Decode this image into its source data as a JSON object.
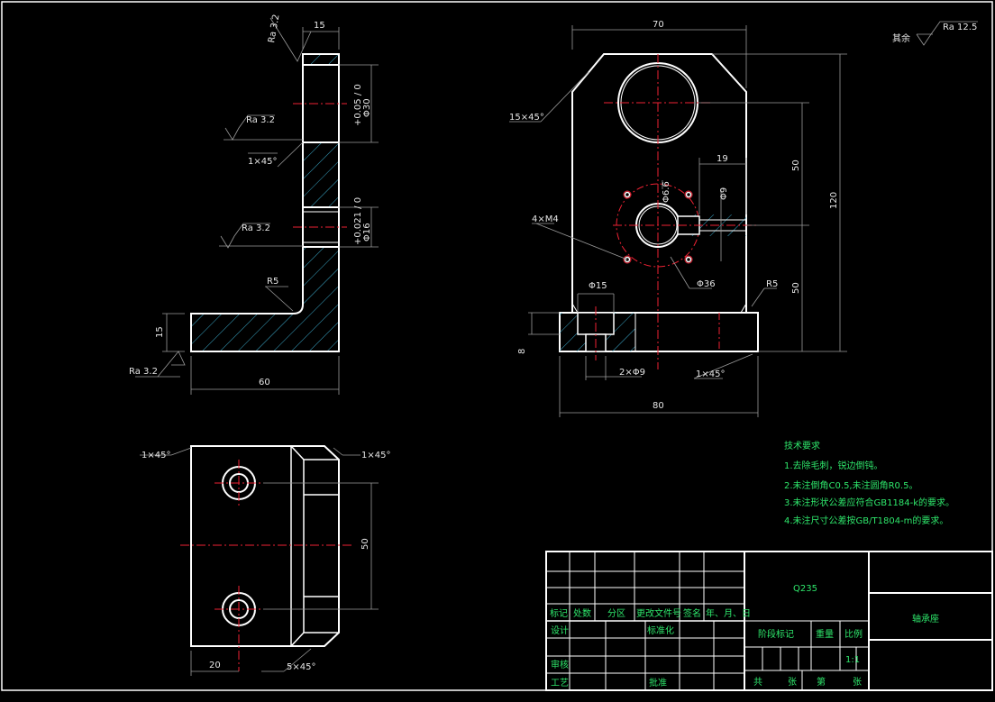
{
  "drawing": {
    "title": "轴承座",
    "material": "Q235",
    "scale": "1:1"
  },
  "tech_requirements": {
    "heading": "技术要求",
    "items": [
      "1.去除毛刺，锐边倒钝。",
      "2.未注倒角C0.5,未注圆角R0.5。",
      "3.未注形状公差应符合GB1184-k的要求。",
      "4.未注尺寸公差按GB/T1804-m的要求。"
    ]
  },
  "roughness_other": {
    "prefix": "其余",
    "value": "Ra 12.5"
  },
  "side_view": {
    "ra_labels": [
      "Ra 3.2",
      "Ra 3.2",
      "Ra 3.2",
      "Ra 3.2"
    ],
    "dims": [
      "15",
      "Φ30",
      "+0.05 / 0",
      "1×45°",
      "Φ16",
      "+0.021 / 0",
      "R5",
      "15",
      "60"
    ]
  },
  "front_view": {
    "dims": [
      "70",
      "15×45°",
      "19",
      "50",
      "120",
      "Φ6.6",
      "Φ9",
      "4×M4",
      "Φ36",
      "50",
      "R5",
      "Φ15",
      "8",
      "2×Φ9",
      "1×45°",
      "80"
    ]
  },
  "top_view": {
    "dims": [
      "1×45°",
      "1×45°",
      "50",
      "20",
      "5×45°"
    ]
  },
  "title_block": {
    "header_cells": [
      "标记",
      "处数",
      "分区",
      "更改文件号",
      "签名",
      "年、月、日"
    ],
    "design": "设计",
    "standardize": "标准化",
    "review": "审核",
    "process": "工艺",
    "approve": "批准",
    "stage_mark": "阶段标记",
    "weight": "重量",
    "scale_label": "比例",
    "sheets_total": "共",
    "sheets_unit": "张",
    "sheet_no": "第",
    "sheet_unit2": "张"
  }
}
